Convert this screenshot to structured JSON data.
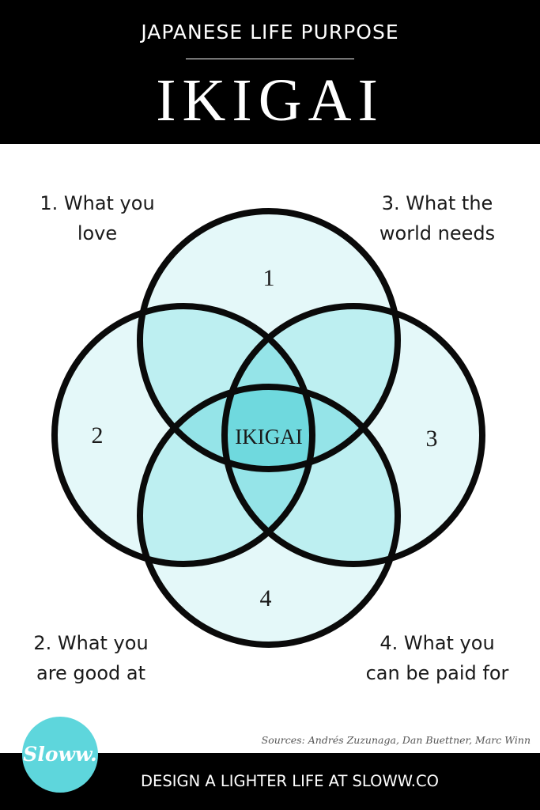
{
  "header": {
    "kicker": "JAPANESE LIFE PURPOSE",
    "title": "IKIGAI"
  },
  "diagram": {
    "center_label": "IKIGAI",
    "circles": [
      {
        "number": "1",
        "label_lines": [
          "1. What you",
          "love"
        ]
      },
      {
        "number": "2",
        "label_lines": [
          "2. What you",
          "are good at"
        ]
      },
      {
        "number": "3",
        "label_lines": [
          "3. What the",
          "world needs"
        ]
      },
      {
        "number": "4",
        "label_lines": [
          "4. What you",
          "can be paid for"
        ]
      }
    ],
    "colors": {
      "fill_single": "#e4f8f9",
      "fill_double": "#bdeff1",
      "fill_triple": "#95e4e8",
      "fill_center": "#6fd9de",
      "stroke": "#0a0a0a"
    }
  },
  "sources": "Sources: Andrés Zuzunaga, Dan Buettner, Marc Winn",
  "footer": {
    "text": "DESIGN A LIGHTER LIFE AT SLOWW.CO"
  },
  "logo": {
    "text": "Sloww.",
    "color": "#5ed6dc"
  }
}
